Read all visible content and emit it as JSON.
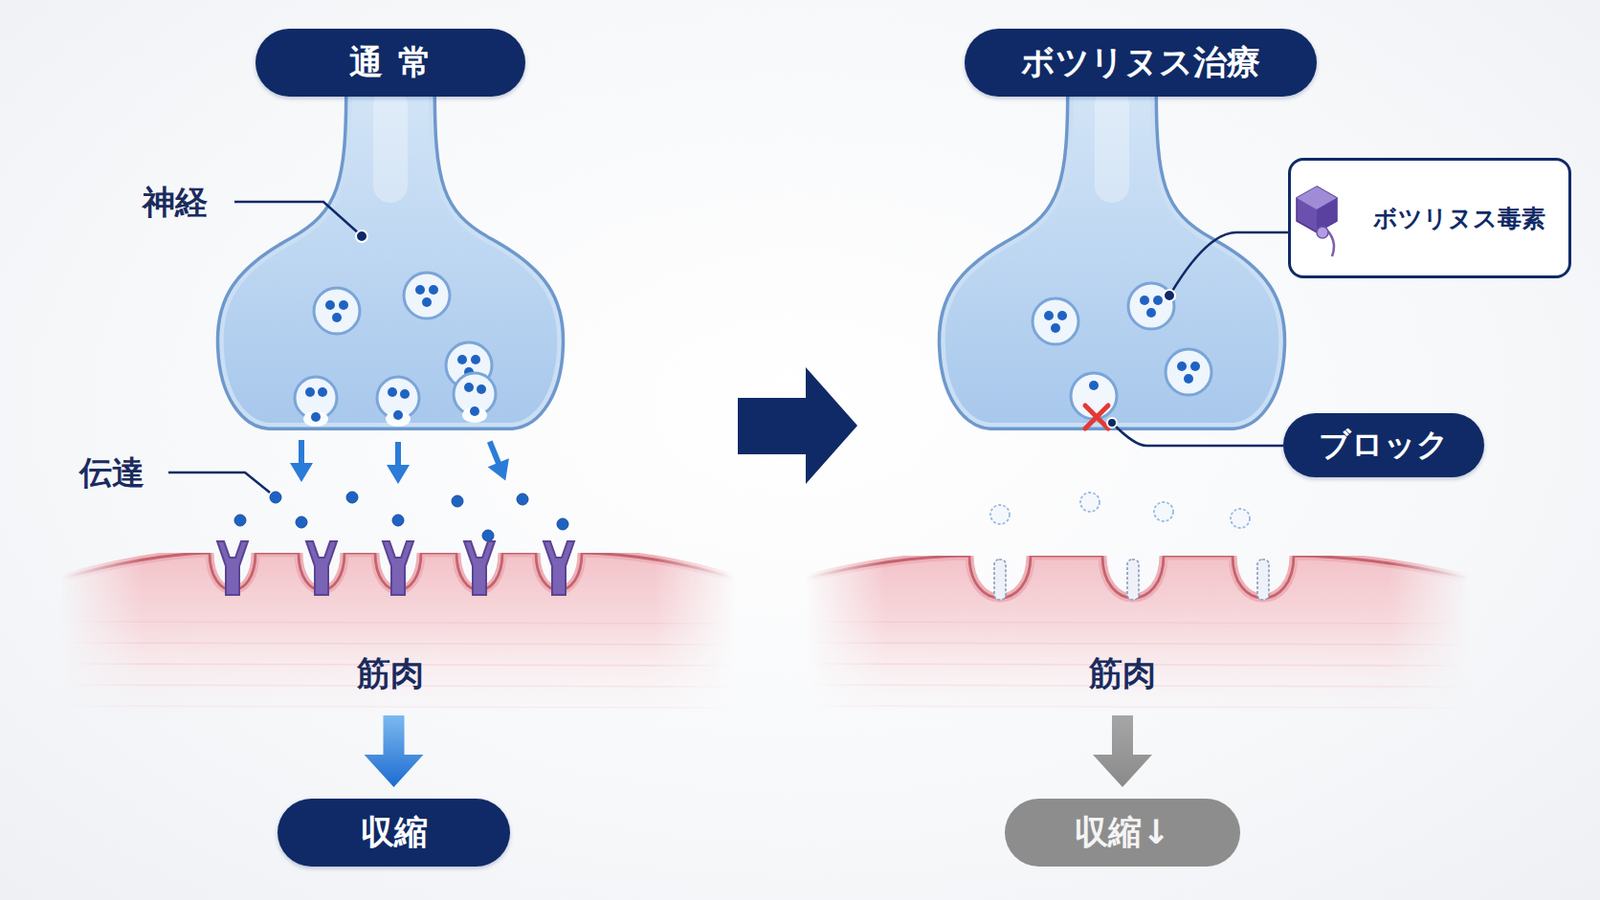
{
  "diagram": {
    "nodes": [
      {
        "text": [
          "通常"
        ]
      },
      {
        "text": [
          "筋肉"
        ]
      },
      {
        "text": [
          "収縮"
        ]
      },
      {
        "text": [
          "ボツリヌス治療"
        ]
      },
      {
        "text": [
          "ボツリヌス毒素"
        ]
      },
      {
        "text": [
          "ブロック"
        ]
      },
      {
        "text": [
          "筋肉"
        ]
      },
      {
        "text": [
          "収縮↓"
        ]
      }
    ],
    "edges": [
      {
        "from": 1,
        "to": 2,
        "arrow": "to"
      },
      {
        "from": 6,
        "to": 7,
        "arrow": "to"
      }
    ],
    "labels": [
      "神経",
      "伝達"
    ]
  }
}
